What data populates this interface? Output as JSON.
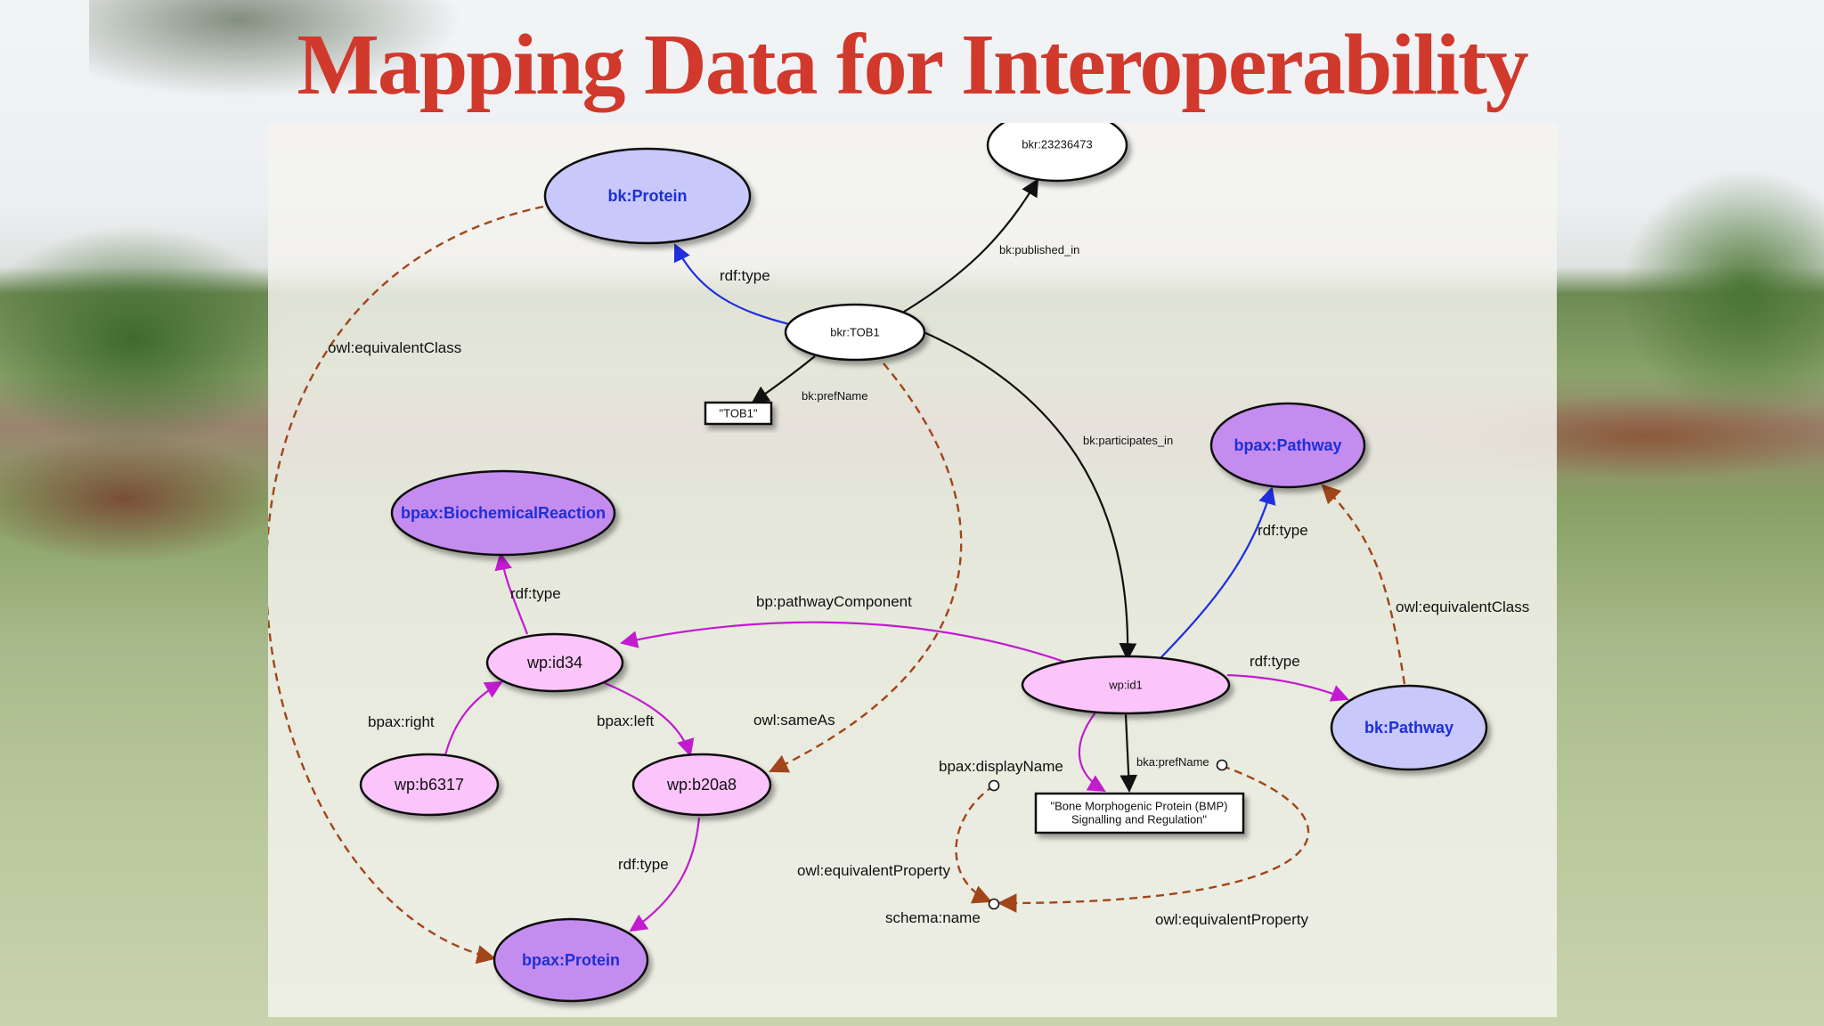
{
  "slide": {
    "title": "Mapping Data for Interoperability"
  },
  "nodes": {
    "bk_protein": "bk:Protein",
    "bkr_pub": "bkr:23236473",
    "bkr_tob1": "bkr:TOB1",
    "tob1_literal": "\"TOB1\"",
    "bpax_pathway": "bpax:Pathway",
    "bpax_biochemical_reaction": "bpax:BiochemicalReaction",
    "wp_id34": "wp:id34",
    "wp_id1": "wp:id1",
    "bk_pathway": "bk:Pathway",
    "wp_b6317": "wp:b6317",
    "wp_b20a8": "wp:b20a8",
    "bmp_literal_line1": "\"Bone Morphogenic Protein (BMP)",
    "bmp_literal_line2": "Signalling and Regulation\"",
    "bpax_protein": "bpax:Protein"
  },
  "edge_labels": {
    "rdf_type_protein": "rdf:type",
    "published_in": "bk:published_in",
    "owl_equivalent_class_left": "owl:equivalentClass",
    "pref_name": "bk:prefName",
    "participates_in": "bk:participates_in",
    "rdf_type_biochem": "rdf:type",
    "rdf_type_pathway_blue": "rdf:type",
    "owl_equivalent_class_right": "owl:equivalentClass",
    "pathway_component": "bp:pathwayComponent",
    "rdf_type_bk_pathway": "rdf:type",
    "bpax_right": "bpax:right",
    "bpax_left": "bpax:left",
    "owl_same_as": "owl:sameAs",
    "bpax_display_name": "bpax:displayName",
    "bka_pref_name": "bka:prefName",
    "owl_equivalent_property_left": "owl:equivalentProperty",
    "schema_name": "schema:name",
    "owl_equivalent_property_right": "owl:equivalentProperty",
    "rdf_type_bpax_protein": "rdf:type"
  },
  "colors": {
    "title": "#d0392b",
    "class_blue_fill": "#c9c8fb",
    "class_purple_fill": "#c58cf0",
    "instance_pink_fill": "#fbc4fb",
    "class_text": "#1d2fd6",
    "edge_rdf_type_blue": "#1f2ee0",
    "edge_magenta": "#c21bd0",
    "edge_dashed_brown": "#a1461a",
    "edge_black": "#111111"
  }
}
